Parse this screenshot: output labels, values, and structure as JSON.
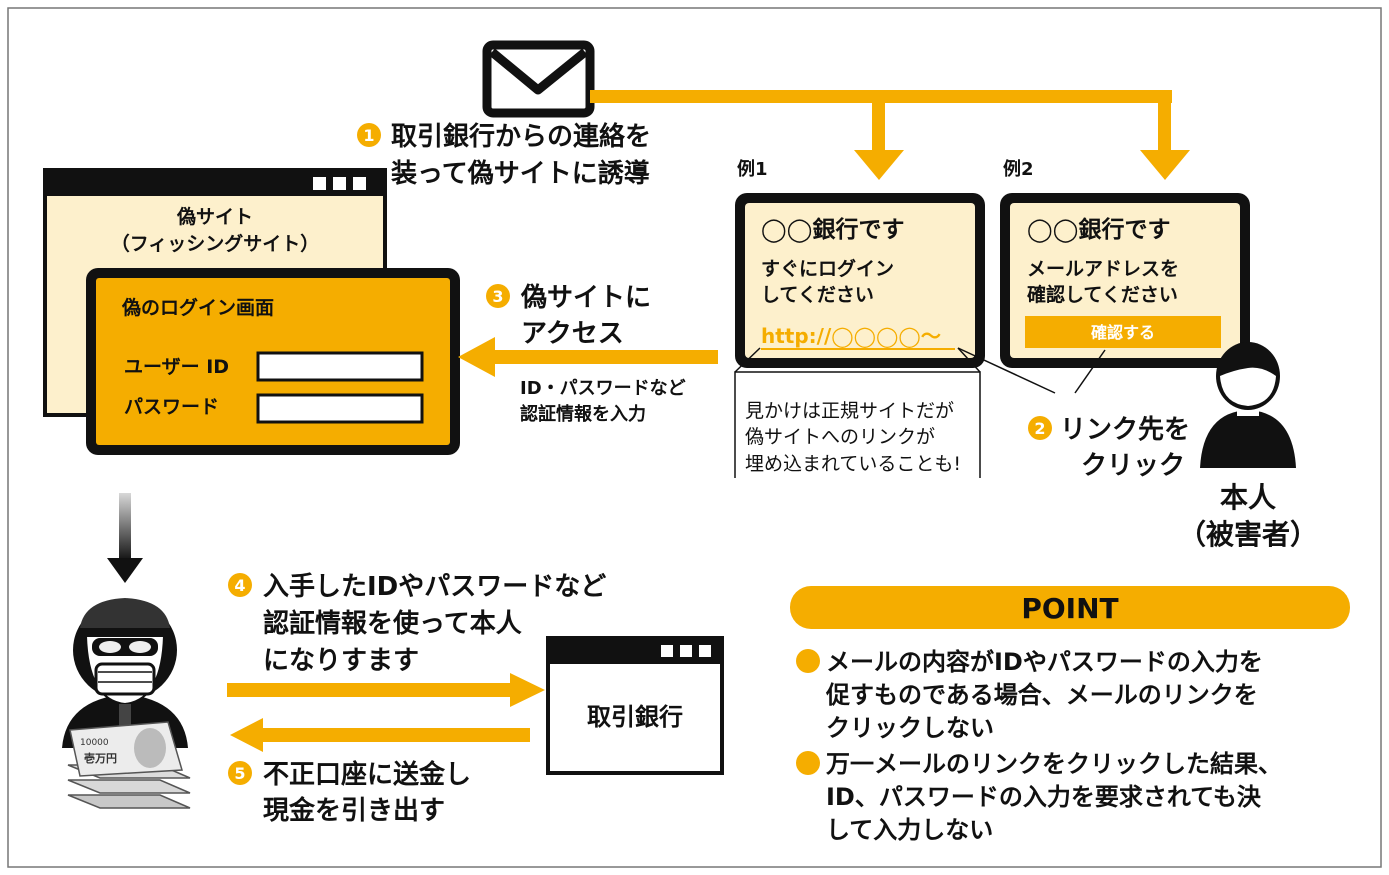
{
  "step1": {
    "number": "1",
    "line1": "取引銀行からの連絡を",
    "line2": "装って偽サイトに誘導"
  },
  "examples": [
    {
      "label": "例1",
      "title": "◯◯銀行です",
      "line1": "すぐにログイン",
      "line2": "してください",
      "link": "http://◯◯◯◯〜"
    },
    {
      "label": "例2",
      "title": "◯◯銀行です",
      "line1": "メールアドレスを",
      "line2": "確認してください",
      "button": "確認する"
    }
  ],
  "fake_site": {
    "title_line1": "偽サイト",
    "title_line2": "（フィッシングサイト）"
  },
  "login_screen": {
    "title": "偽のログイン画面",
    "user_label": "ユーザー ID",
    "password_label": "パスワード"
  },
  "step3": {
    "number": "3",
    "line1": "偽サイトに",
    "line2": "アクセス",
    "sub1": "ID・パスワードなど",
    "sub2": "認証情報を入力"
  },
  "note": {
    "line1": "見かけは正規サイトだが",
    "line2": "偽サイトへのリンクが",
    "line3": "埋め込まれていることも!"
  },
  "step2": {
    "number": "2",
    "line1": "リンク先を",
    "line2": "クリック"
  },
  "victim": {
    "line1": "本人",
    "line2": "（被害者）"
  },
  "step4": {
    "number": "4",
    "line1": "入手したIDやパスワードなど",
    "line2": "認証情報を使って本人",
    "line3": "になりすます"
  },
  "bank": {
    "label": "取引銀行"
  },
  "step5": {
    "number": "5",
    "line1": "不正口座に送金し",
    "line2": "現金を引き出す"
  },
  "money": {
    "note_value": "10000",
    "note_text": "壱万円"
  },
  "point": {
    "title": "POINT",
    "items": [
      {
        "line1": "メールの内容がIDやパスワードの入力を",
        "line2": "促すものである場合、メールのリンクを",
        "line3": "クリックしない"
      },
      {
        "line1": "万一メールのリンクをクリックした結果、",
        "line2": "ID、パスワードの入力を要求されても決",
        "line3": "して入力しない"
      }
    ]
  },
  "colors": {
    "accent": "#F5AD00",
    "accent_light": "#FDF0CC",
    "dark": "#111111",
    "panel_bg": "#FFF3D4"
  },
  "icons": [
    "envelope-icon",
    "arrow-down-icon",
    "arrow-left-icon",
    "arrow-right-icon",
    "criminal-icon",
    "person-icon",
    "money-icon",
    "bullet-icon"
  ]
}
